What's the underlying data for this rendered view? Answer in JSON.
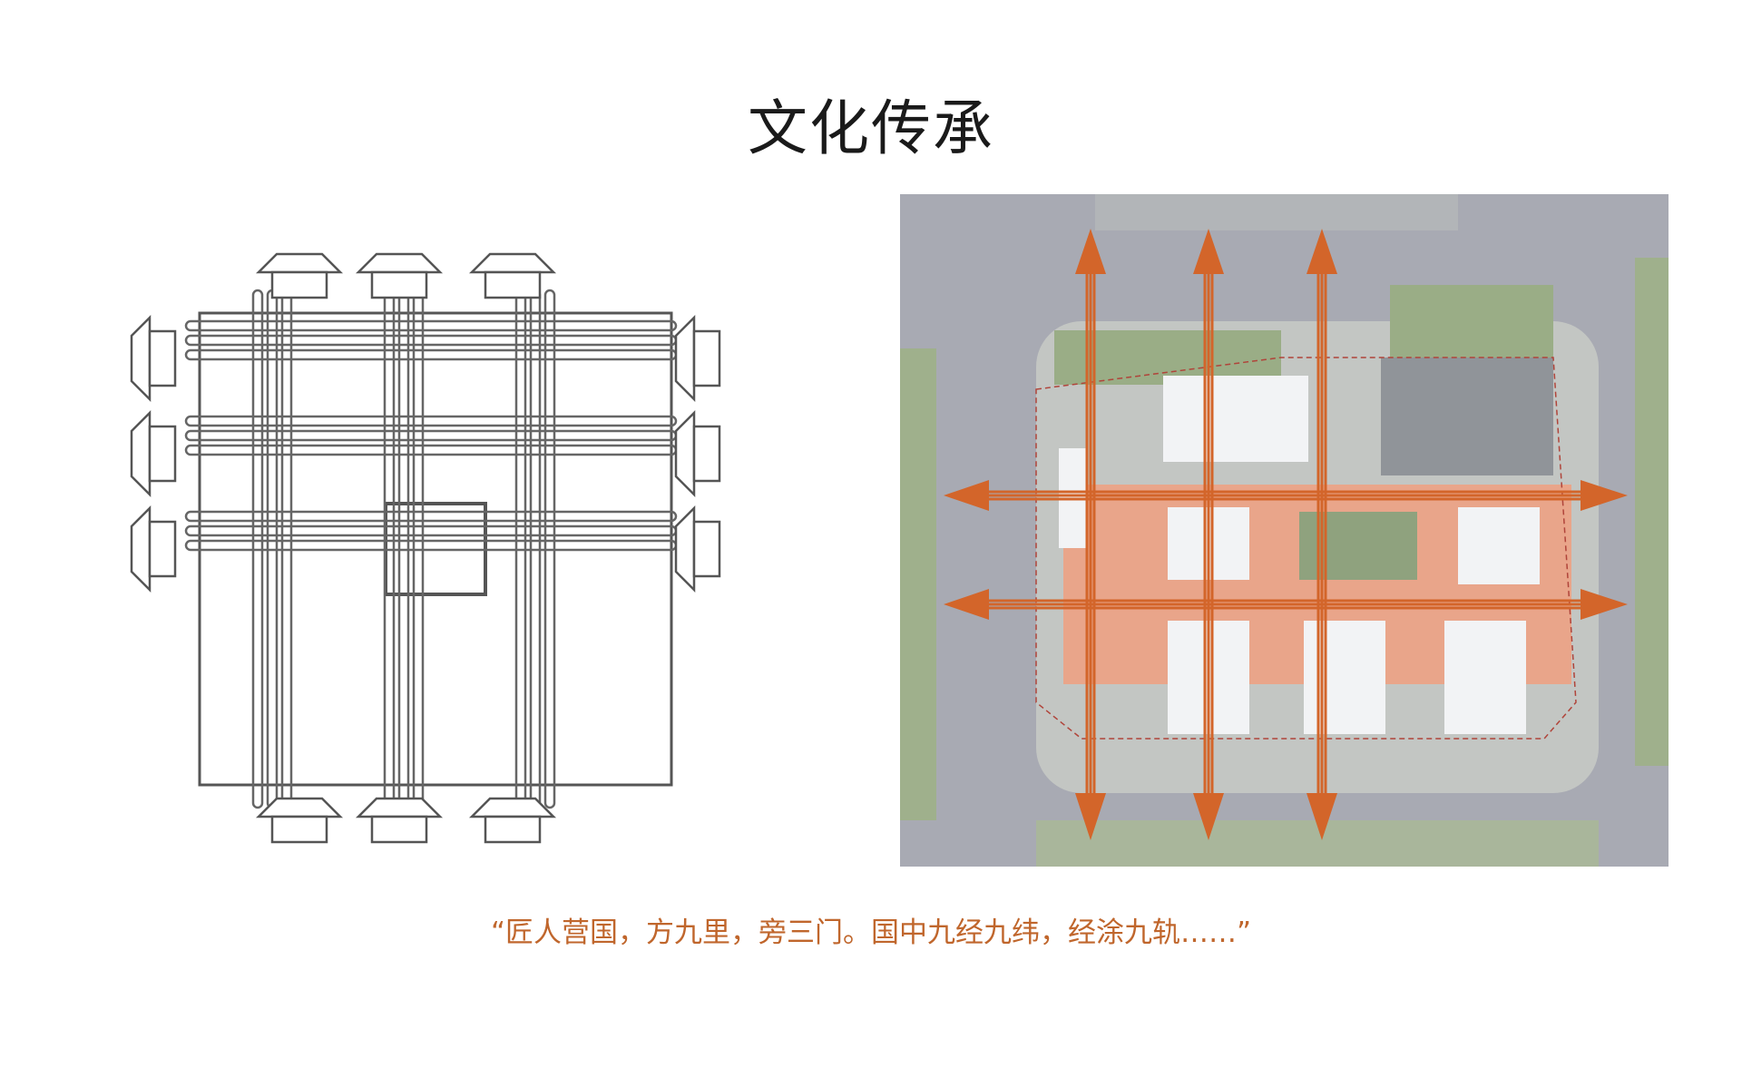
{
  "title": "文化传承",
  "caption": "“匠人营国，方九里，旁三门。国中九经九纬，经涂九轨……”",
  "figures": {
    "left": {
      "name": "ancient-city-plan-drawing"
    },
    "right": {
      "name": "site-master-plan-with-axes"
    }
  },
  "colors": {
    "accent": "#d3652a",
    "caption": "#c0662c",
    "road": "#a9abb3",
    "green": "#9aad86",
    "plaza": "#e9a58a"
  }
}
